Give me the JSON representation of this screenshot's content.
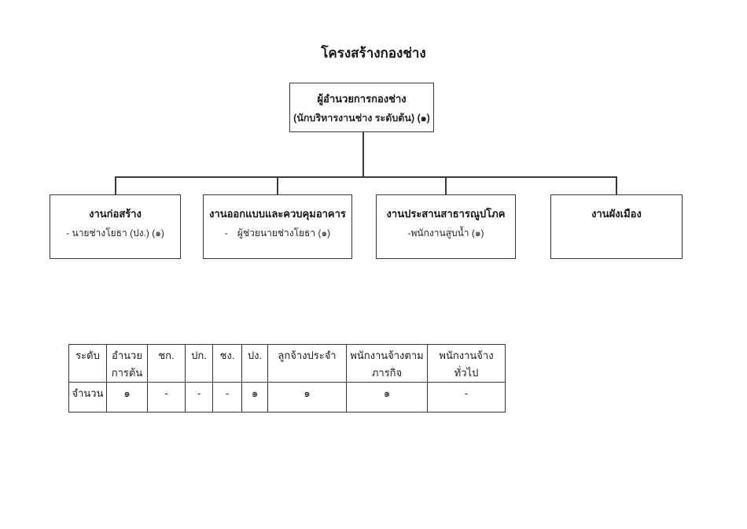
{
  "page": {
    "title": "โครงสร้างกองช่าง"
  },
  "org_chart": {
    "root": {
      "line1": "ผู้อำนวยการกองช่าง",
      "line2": "(นักบริหารงานช่าง ระดับต้น) (๑)"
    },
    "children": [
      {
        "title": "งานก่อสร้าง",
        "staff": "- นายช่างโยธา (ปง.) (๑)"
      },
      {
        "title": "งานออกแบบและควบคุมอาคาร",
        "staff": "- ผู้ช่วยนายช่างโยธา (๑)"
      },
      {
        "title": "งานประสานสาธารณูปโภค",
        "staff": "-พนักงานสูบน้ำ (๑)"
      },
      {
        "title": "งานผังเมือง",
        "staff": ""
      }
    ]
  },
  "table": {
    "headers": [
      "ระดับ",
      "อำนวย\nการต้น",
      "ชก.",
      "ปก.",
      "ชง.",
      "ปง.",
      "ลูกจ้างประจำ",
      "พนักงานจ้างตาม\nภารกิจ",
      "พนักงานจ้าง\nทั่วไป"
    ],
    "row_label": "จำนวน",
    "row_values": [
      "๑",
      "-",
      "-",
      "-",
      "๑",
      "๑",
      "๑",
      "-"
    ]
  },
  "colors": {
    "line": "#3a3a3a",
    "text": "#1c1c1c",
    "background": "#ffffff"
  }
}
